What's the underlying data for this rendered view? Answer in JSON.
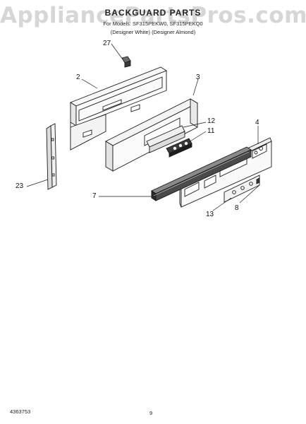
{
  "watermark": "AppliancePartsPros.com",
  "title": "BACKGUARD PARTS",
  "models_line": "For Models: SF315PEKW0, SF315PEKQ0",
  "colors_line": "(Designer White)   (Designer Almond)",
  "callouts": {
    "c27": "27",
    "c2": "2",
    "c3": "3",
    "c12": "12",
    "c11": "11",
    "c4": "4",
    "c23": "23",
    "c7": "7",
    "c13": "13",
    "c8": "8"
  },
  "footer": {
    "doc_number": "4363753",
    "page_number": "9"
  },
  "colors": {
    "line": "#1a1a1a",
    "panel_fill": "#f4f4f4",
    "dark_fill": "#3a3a3a",
    "watermark": "#d6d6d6"
  }
}
